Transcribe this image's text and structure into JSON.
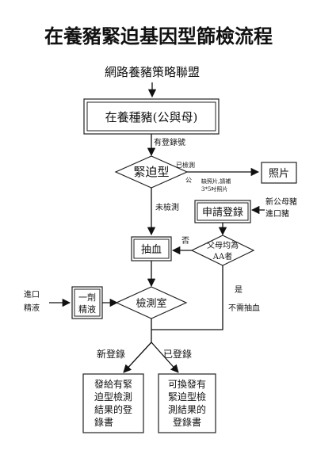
{
  "title": "在養豬緊迫基因型篩檢流程",
  "colors": {
    "title": "#e8101a",
    "line": "#111111",
    "box_border": "#222222"
  },
  "nodes": {
    "alliance": "網路養豬策略聯盟",
    "breeding_pigs": "在養種豬(公與母)",
    "stress_type": "緊迫型",
    "photo": "照片",
    "apply_registration": "申請登錄",
    "new_boars_sows": [
      "新公母豬",
      "進口豬"
    ],
    "parents_aa": [
      "父母均為",
      "AA者"
    ],
    "blood_draw": "抽血",
    "imported_semen": [
      "進口",
      "精液"
    ],
    "batch_semen": [
      "一劑",
      "精液"
    ],
    "lab": "檢測室",
    "issue_cert": [
      "發給有緊",
      "迫型檢測",
      "結果的登",
      "錄書"
    ],
    "reissue_cert": [
      "可換發有",
      "緊迫型檢",
      "測結果的",
      "登錄書"
    ]
  },
  "labels": {
    "has_reg_no": "有登錄號",
    "tested": "已檢測",
    "boar": "公",
    "photo_note": [
      "缺照片,請補",
      "3*5吋照片"
    ],
    "not_tested": "未檢測",
    "no": "否",
    "yes": "是",
    "no_blood": "不需抽血",
    "new_reg": "新登錄",
    "already_reg": "已登錄"
  }
}
